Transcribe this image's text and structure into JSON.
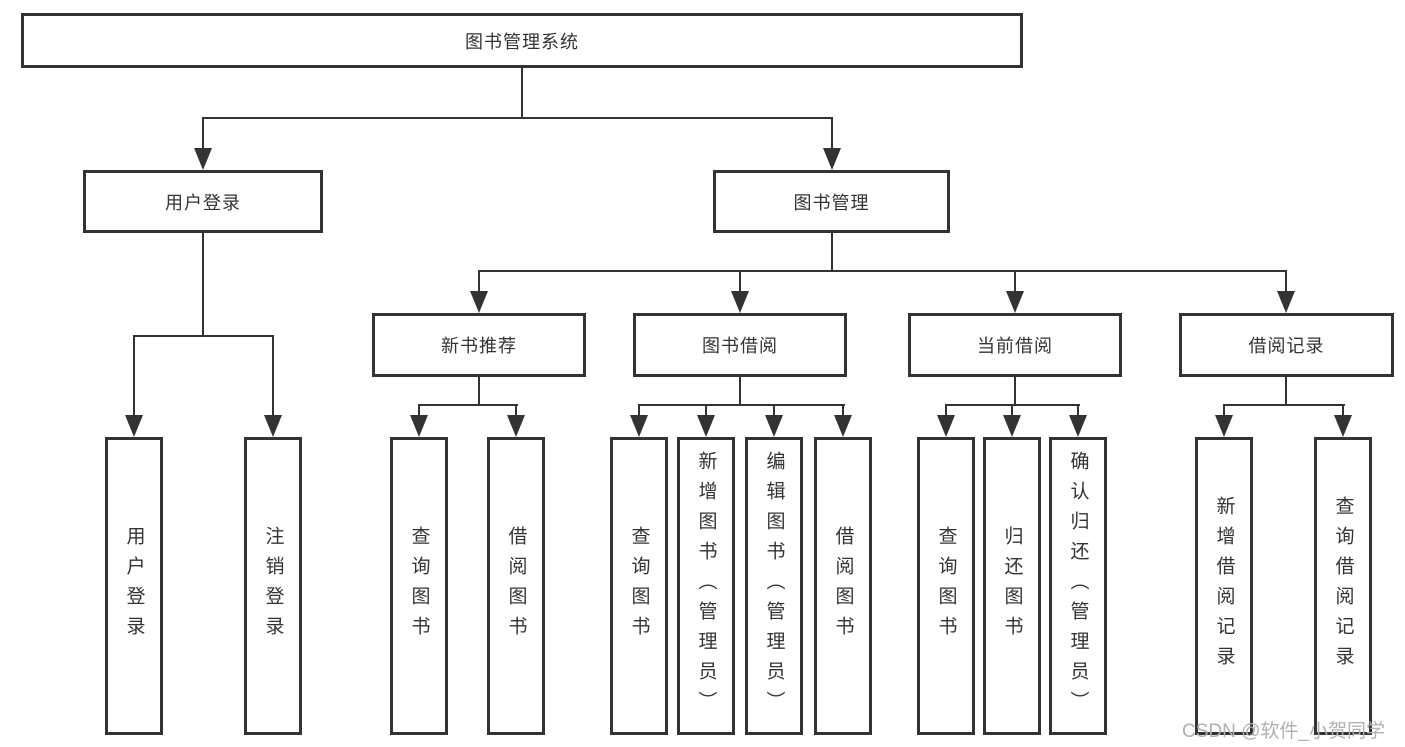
{
  "diagram_title": "图书管理系统",
  "watermark": "CSDN @软件_小贺同学",
  "colors": {
    "line": "#333333",
    "text": "#333333",
    "background": "#ffffff",
    "watermark": "#b0b0b0"
  },
  "nodes": {
    "root": "图书管理系统",
    "l1": [
      "用户登录",
      "图书管理"
    ],
    "l2": [
      "新书推荐",
      "图书借阅",
      "当前借阅",
      "借阅记录"
    ],
    "leaves_user": [
      "用户登录",
      "注销登录"
    ],
    "leaves_newbook": [
      "查询图书",
      "借阅图书"
    ],
    "leaves_borrow": [
      "查询图书",
      "新增图书（管理员）",
      "编辑图书（管理员）",
      "借阅图书"
    ],
    "leaves_current": [
      "查询图书",
      "归还图书",
      "确认归还（管理员）"
    ],
    "leaves_record": [
      "新增借阅记录",
      "查询借阅记录"
    ]
  },
  "hierarchy_note": {
    "root_children": [
      "用户登录",
      "图书管理"
    ],
    "book_management_children": [
      "新书推荐",
      "图书借阅",
      "当前借阅",
      "借阅记录"
    ]
  }
}
